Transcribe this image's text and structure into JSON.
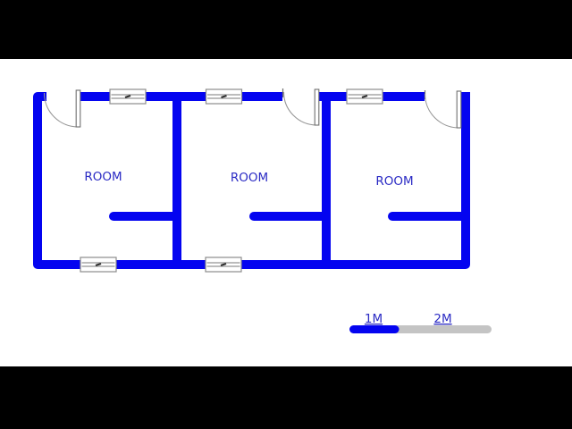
{
  "colors": {
    "screen_bg": "#000000",
    "canvas_bg": "#ffffff",
    "wall_blue": "#0404f0",
    "text_blue": "#2b2bc4",
    "window_frame": "#8c8c8c",
    "window_line": "#a6a6a6",
    "window_tick": "#2e2e2e",
    "door_frame": "#707070",
    "door_arc": "#969696",
    "scale_gray": "#c4c4c4"
  },
  "rooms": [
    {
      "label": "ROOM"
    },
    {
      "label": "ROOM"
    },
    {
      "label": "ROOM"
    }
  ],
  "scale_bar": {
    "labels": [
      {
        "text": "1M"
      },
      {
        "text": "2M"
      }
    ]
  }
}
